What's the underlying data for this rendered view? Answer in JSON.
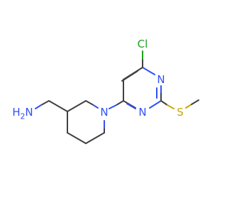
{
  "molecule": {
    "atoms": {
      "chlorine": "Cl",
      "ring_n_upper": "N",
      "ring_n_lower": "N",
      "piperidine_n": "N",
      "sulfur": "S",
      "amine_h": "H",
      "amine_h_count": "2",
      "amine_n": "N"
    },
    "colors": {
      "carbon_bond": "#404040",
      "nitrogen": "#3050f8",
      "sulfur": "#c6a800",
      "chlorine": "#1fa01f"
    }
  }
}
